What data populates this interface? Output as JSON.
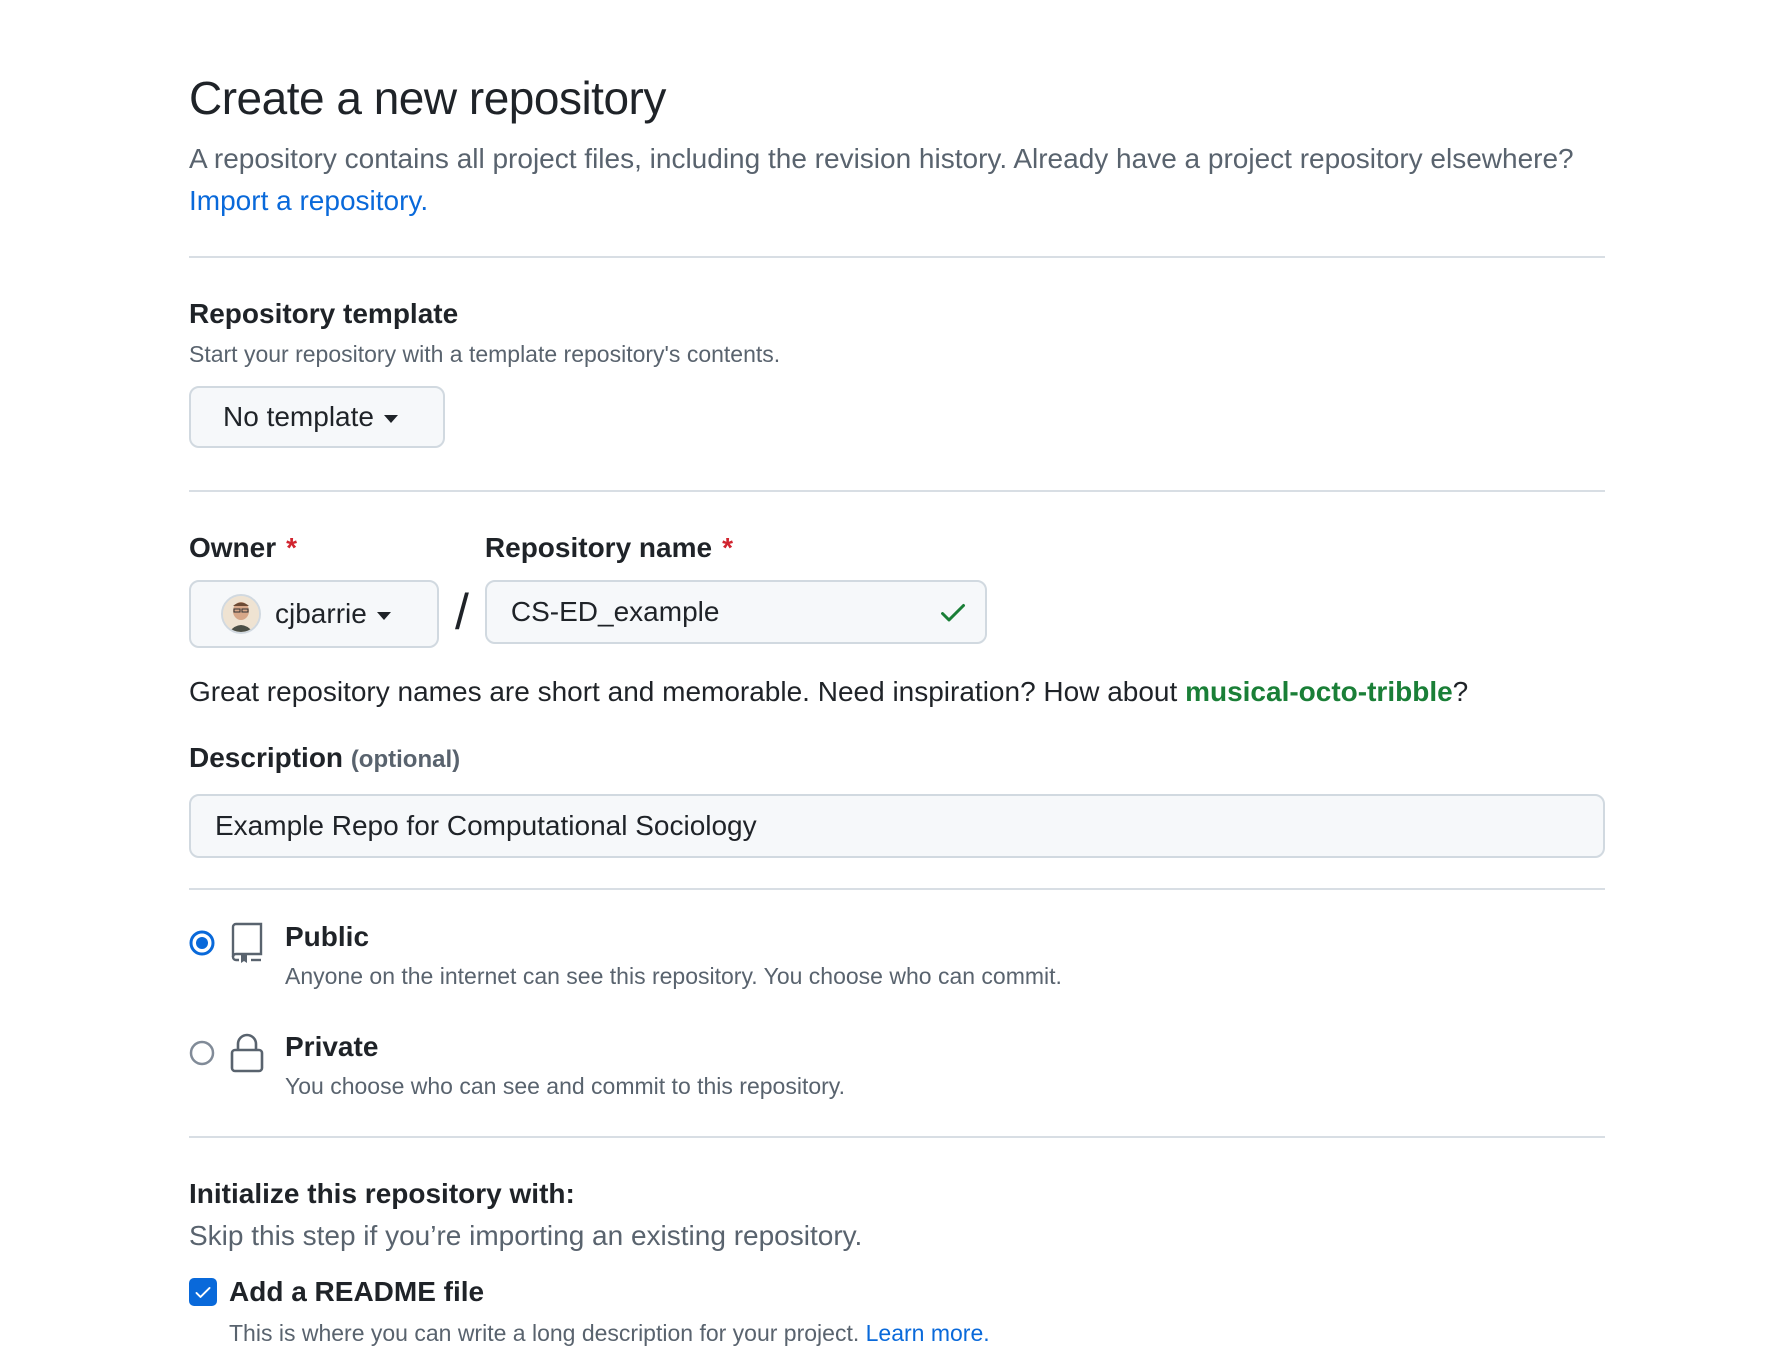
{
  "header": {
    "title": "Create a new repository",
    "intro_text": "A repository contains all project files, including the revision history. Already have a project repository elsewhere? ",
    "import_link": "Import a repository."
  },
  "template": {
    "heading": "Repository template",
    "subtext": "Start your repository with a template repository's contents.",
    "button_label": "No template"
  },
  "owner": {
    "label": "Owner",
    "required_mark": "*",
    "value": "cjbarrie"
  },
  "repo_name": {
    "label": "Repository name",
    "required_mark": "*",
    "separator": "/",
    "value": "CS-ED_example"
  },
  "hint": {
    "text": "Great repository names are short and memorable. Need inspiration? How about ",
    "suggestion": "musical-octo-tribble",
    "end": "?"
  },
  "description": {
    "label": "Description",
    "optional": "(optional)",
    "value": "Example Repo for Computational Sociology"
  },
  "visibility": {
    "selected": "public",
    "options": [
      {
        "title": "Public",
        "subtext": "Anyone on the internet can see this repository. You choose who can commit.",
        "icon": "repo-icon"
      },
      {
        "title": "Private",
        "subtext": "You choose who can see and commit to this repository.",
        "icon": "lock-icon"
      }
    ]
  },
  "initialize": {
    "heading": "Initialize this repository with:",
    "subtext": "Skip this step if you’re importing an existing repository.",
    "readme_label": "Add a README file",
    "readme_checked": true,
    "readme_subtext": "This is where you can write a long description for your project. ",
    "learn_more": "Learn more."
  },
  "colors": {
    "accent": "#0969da",
    "success": "#1a7f37",
    "danger": "#d1242f",
    "muted": "#59636e"
  }
}
